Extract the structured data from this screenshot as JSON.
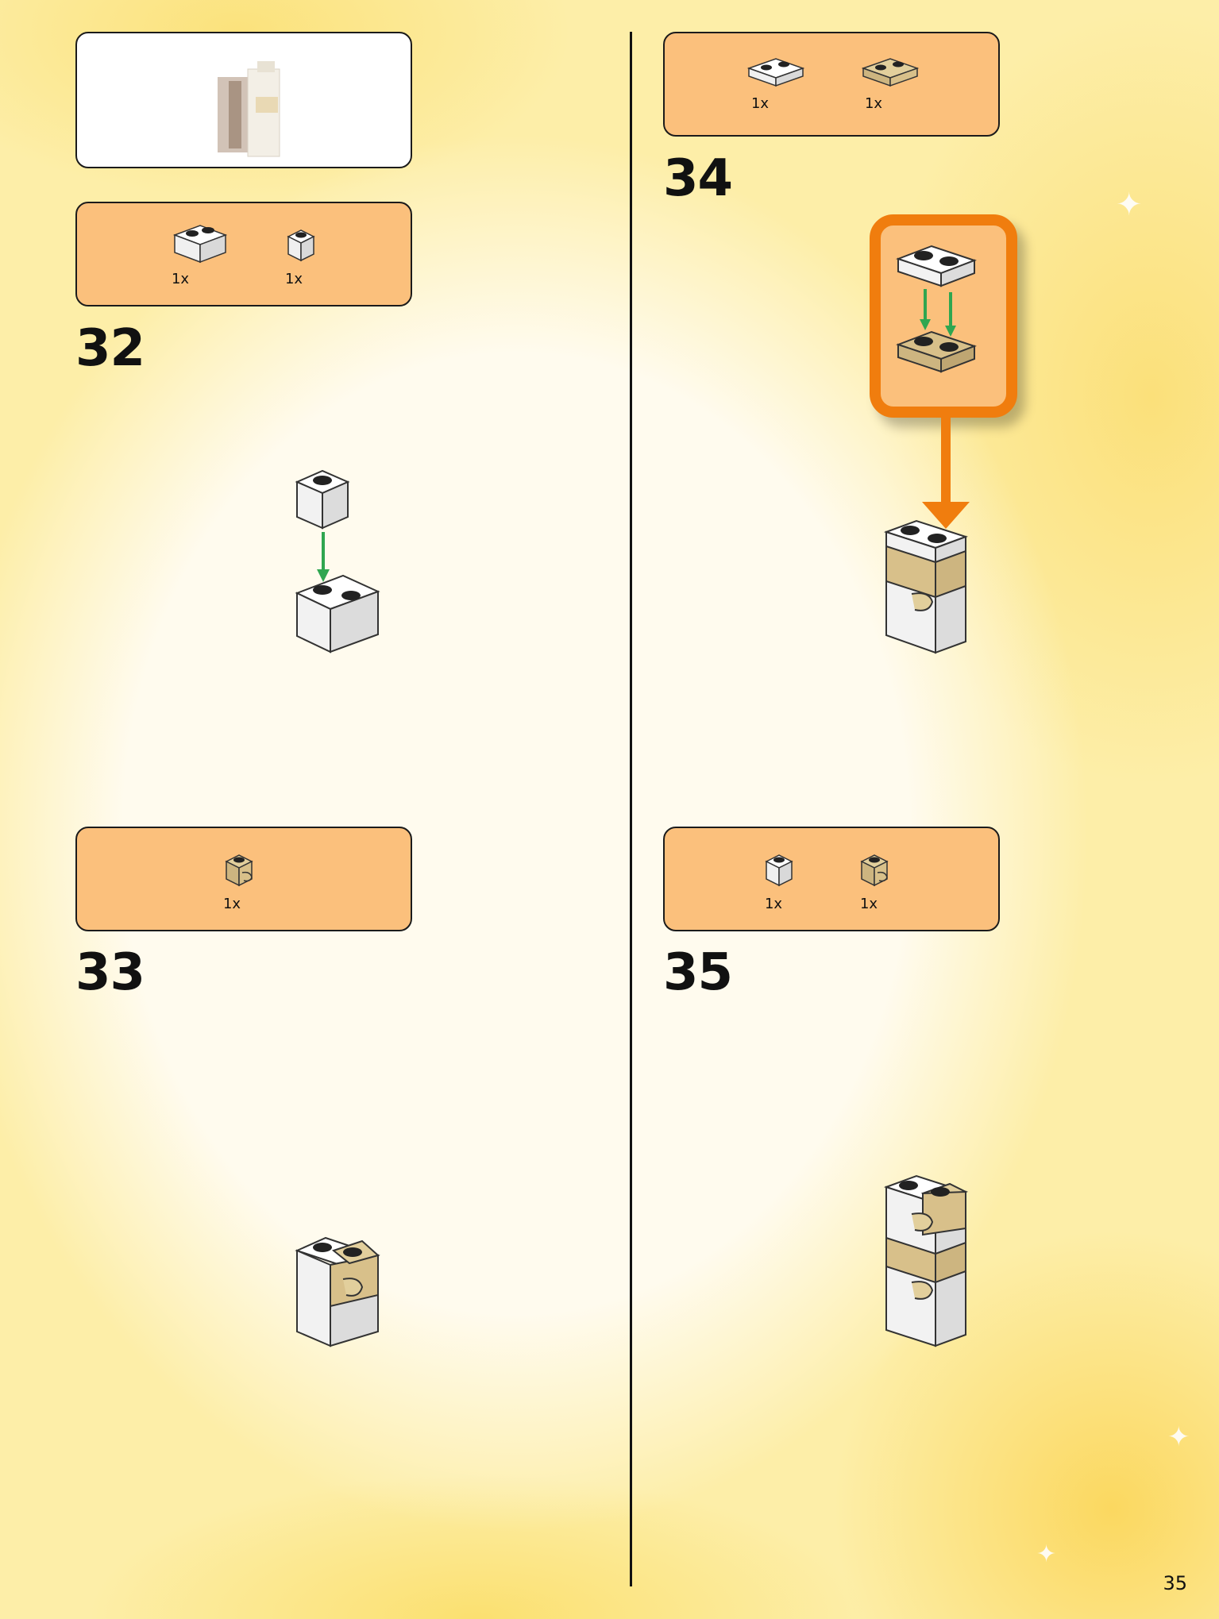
{
  "page": {
    "number": "35"
  },
  "colors": {
    "parts_box": "#fbc07c",
    "callout_border": "#f07d0e",
    "arrow_green": "#2fa650",
    "tan": "#d8c08a",
    "white_brick": "#ffffff"
  },
  "top_left_preview": {
    "icon": "partial-model-preview"
  },
  "steps": [
    {
      "number": "32",
      "parts": [
        {
          "icon": "white-brick-1x2",
          "qty": "1x"
        },
        {
          "icon": "white-brick-1x1",
          "qty": "1x"
        }
      ]
    },
    {
      "number": "33",
      "parts": [
        {
          "icon": "tan-brick-1x1-clip",
          "qty": "1x"
        }
      ]
    },
    {
      "number": "34",
      "parts": [
        {
          "icon": "white-plate-1x2",
          "qty": "1x"
        },
        {
          "icon": "tan-plate-1x2",
          "qty": "1x"
        }
      ]
    },
    {
      "number": "35",
      "parts": [
        {
          "icon": "white-brick-1x1",
          "qty": "1x"
        },
        {
          "icon": "tan-brick-1x1-clip",
          "qty": "1x"
        }
      ]
    }
  ]
}
